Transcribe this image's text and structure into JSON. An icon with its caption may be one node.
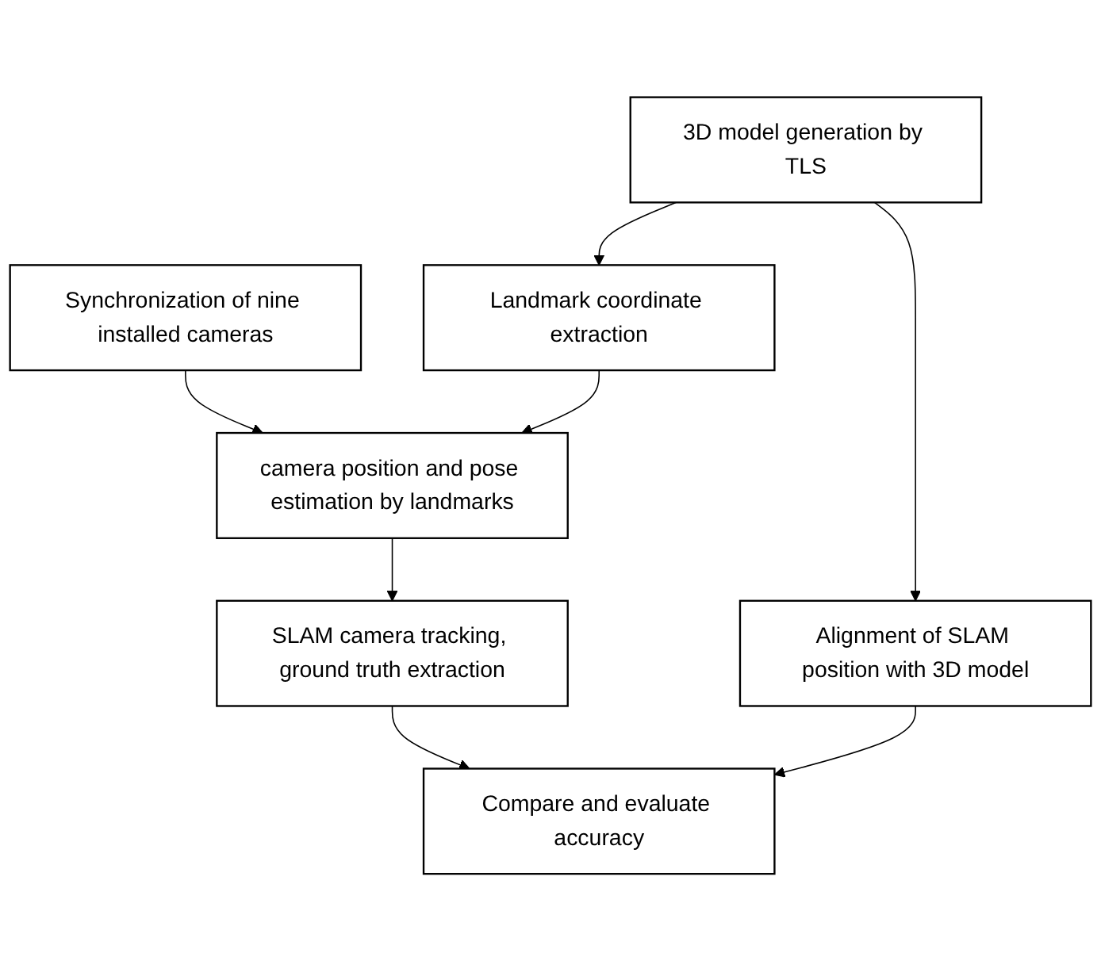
{
  "diagram": {
    "nodes": [
      {
        "text": [
          "Synchronization of nine installed cameras"
        ]
      },
      {
        "text": [
          "3D model generation by TLS"
        ]
      },
      {
        "text": [
          "camera position and pose estimation by landmarks"
        ]
      },
      {
        "text": [
          "Landmark coordinate extraction"
        ]
      },
      {
        "text": [
          "SLAM camera tracking, ground truth extraction"
        ]
      },
      {
        "text": [
          "Alignment of SLAM position with 3D model"
        ]
      },
      {
        "text": [
          "Compare and evaluate accuracy"
        ]
      }
    ],
    "edges": [
      {
        "from": 0,
        "to": 2,
        "arrow": "to"
      },
      {
        "from": 1,
        "to": 3,
        "arrow": "to"
      },
      {
        "from": 3,
        "to": 2,
        "arrow": "to"
      },
      {
        "from": 2,
        "to": 4,
        "arrow": "to"
      },
      {
        "from": 1,
        "to": 5,
        "arrow": "to"
      },
      {
        "from": 4,
        "to": 6,
        "arrow": "to"
      },
      {
        "from": 5,
        "to": 6,
        "arrow": "to"
      }
    ]
  }
}
